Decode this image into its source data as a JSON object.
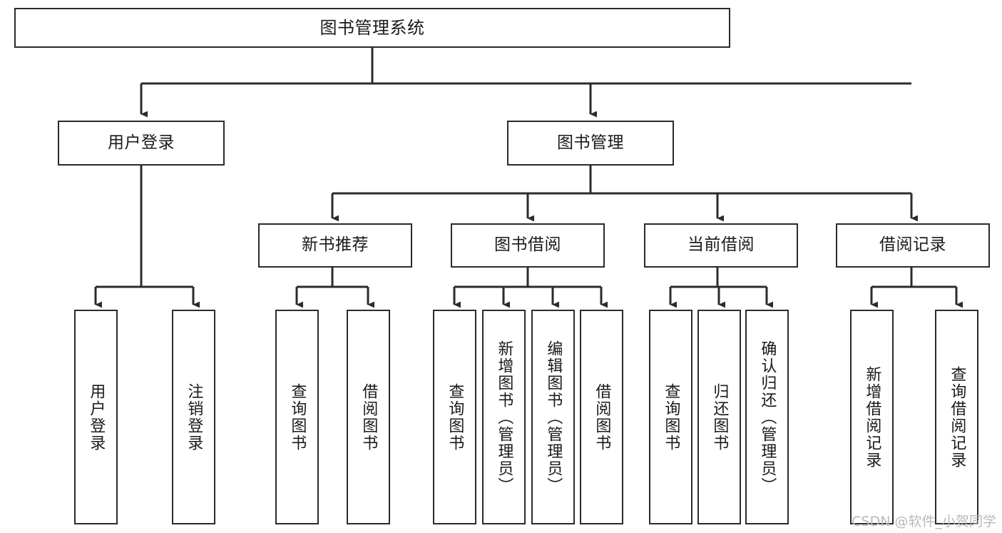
{
  "diagram": {
    "title": "图书管理系统",
    "type": "tree-hierarchy-chart",
    "orientation": "top-down",
    "colors": {
      "box_border": "#2b2b2b",
      "box_fill": "#ffffff",
      "connector": "#2b2b2b",
      "text": "#1a1a1a",
      "watermark": "#b9b9b9",
      "background": "#ffffff"
    }
  },
  "root": {
    "label": "图书管理系统"
  },
  "level2": [
    {
      "label": "用户登录"
    },
    {
      "label": "图书管理"
    }
  ],
  "level3": [
    {
      "label": "新书推荐"
    },
    {
      "label": "图书借阅"
    },
    {
      "label": "当前借阅"
    },
    {
      "label": "借阅记录"
    }
  ],
  "leaves": {
    "user_login": [
      {
        "label": "用户登录"
      },
      {
        "label": "注销登录"
      }
    ],
    "new_book_recommend": [
      {
        "label": "查询图书"
      },
      {
        "label": "借阅图书"
      }
    ],
    "book_borrow": [
      {
        "label": "查询图书"
      },
      {
        "label": "新增图书（管理员）"
      },
      {
        "label": "编辑图书（管理员）"
      },
      {
        "label": "借阅图书"
      }
    ],
    "current_borrow": [
      {
        "label": "查询图书"
      },
      {
        "label": "归还图书"
      },
      {
        "label": "确认归还（管理员）"
      }
    ],
    "borrow_record": [
      {
        "label": "新增借阅记录"
      },
      {
        "label": "查询借阅记录"
      }
    ]
  },
  "watermark": {
    "text": "CSDN @软件_小贺同学"
  }
}
